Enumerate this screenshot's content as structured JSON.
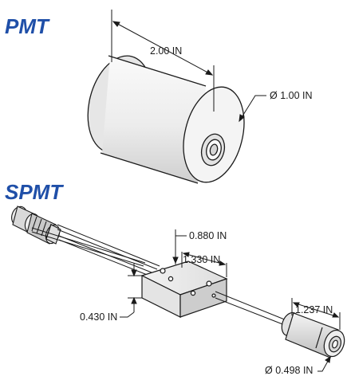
{
  "colors": {
    "title": "#1f4fa8",
    "line": "#1a1a1a",
    "body_light": "#f0f0f0",
    "body_shade": "#c8c8c8"
  },
  "pmt": {
    "title": "PMT",
    "length_label": "2.00 IN",
    "diameter_label": "Ø 1.00 IN"
  },
  "spmt": {
    "title": "SPMT",
    "dim_top": "0.880 IN",
    "dim_width": "1.330 IN",
    "dim_height": "0.430 IN",
    "dim_head_length": "1.237 IN",
    "dim_head_diameter": "Ø 0.498 IN"
  }
}
